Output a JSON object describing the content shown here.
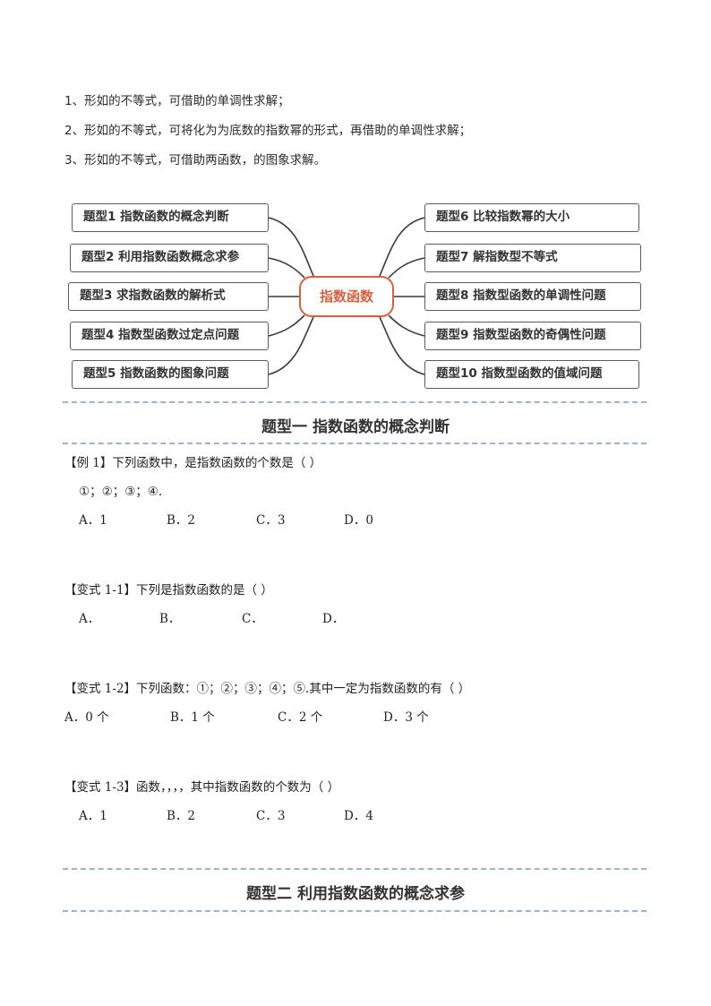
{
  "intro": [
    "1、形如的不等式，可借助的单调性求解；",
    "2、形如的不等式，可将化为为底数的指数幂的形式，再借助的单调性求解；",
    "3、形如的不等式，可借助两函数，的图象求解。"
  ],
  "mindmap": {
    "center": "指数函数",
    "left": [
      "题型1 指数函数的概念判断",
      "题型2 利用指数函数概念求参",
      "题型3 求指数函数的解析式",
      "题型4 指数型函数过定点问题",
      "题型5 指数函数的图象问题"
    ],
    "right": [
      "题型6  比较指数幂的大小",
      "题型7  解指数型不等式",
      "题型8  指数型函数的单调性问题",
      "题型9  指数型函数的奇偶性问题",
      "题型10  指数型函数的值域问题"
    ]
  },
  "section1": {
    "title": "题型一 指数函数的概念判断",
    "ex1": {
      "stem": "【例 1】下列函数中，是指数函数的个数是（          ）",
      "sub": "①；②；③；④.",
      "options": [
        "A．1",
        "B．2",
        "C．3",
        "D．0"
      ]
    },
    "v11": {
      "stem": "【变式 1-1】下列是指数函数的是（          ）",
      "options": [
        "A．",
        "B．",
        "C．",
        "D．"
      ]
    },
    "v12": {
      "stem": "【变式 1-2】下列函数：①；②；③；④；⑤.其中一定为指数函数的有（          ）",
      "options": [
        "A．0 个",
        "B．1 个",
        "C．2 个",
        "D．3 个"
      ]
    },
    "v13": {
      "stem": "【变式 1-3】函数，，，，其中指数函数的个数为（          ）",
      "options": [
        "A．1",
        "B．2",
        "C．3",
        "D．4"
      ]
    }
  },
  "section2": {
    "title": "题型二 利用指数函数的概念求参"
  }
}
